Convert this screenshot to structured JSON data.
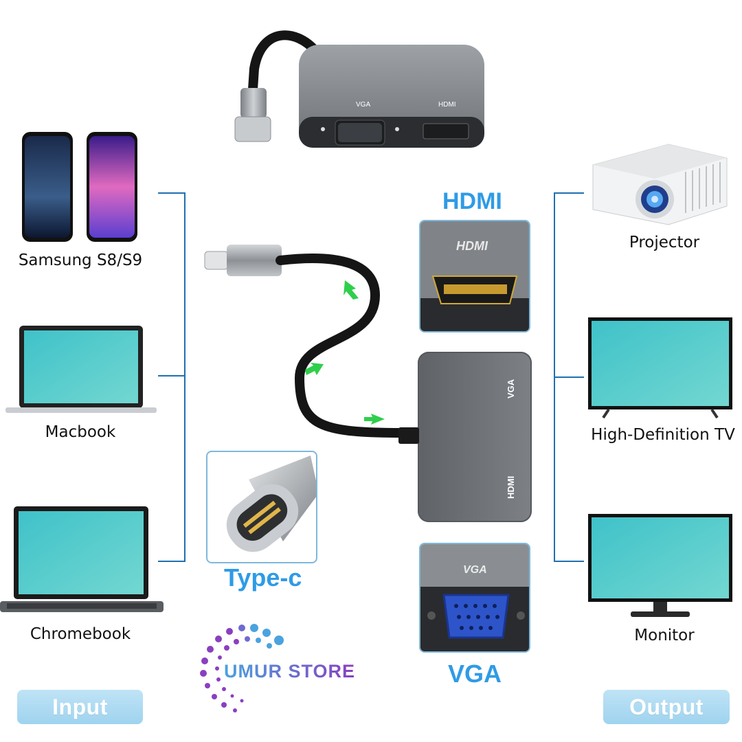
{
  "inputs": [
    {
      "name": "Samsung S8/S9"
    },
    {
      "name": "Macbook"
    },
    {
      "name": "Chromebook"
    }
  ],
  "outputs": [
    {
      "name": "Projector"
    },
    {
      "name": "High-Definition TV"
    },
    {
      "name": "Monitor"
    }
  ],
  "connectors": {
    "hdmi_title": "HDMI",
    "vga_title": "VGA",
    "typec_title": "Type-c",
    "port_vga": "VGA",
    "port_hdmi": "HDMI"
  },
  "buttons": {
    "input": "Input",
    "output": "Output"
  },
  "brand": {
    "text": "UMUR STORE"
  },
  "colors": {
    "accent_blue": "#2f9be6",
    "bracket_blue": "#1f6fb0",
    "pill_blue": "#a9d8f1",
    "adapter_gray": "#6f7378",
    "arrow_green": "#2fcf4c",
    "brand_purple": "#8a3fc0",
    "brand_blue": "#4aa3df"
  }
}
